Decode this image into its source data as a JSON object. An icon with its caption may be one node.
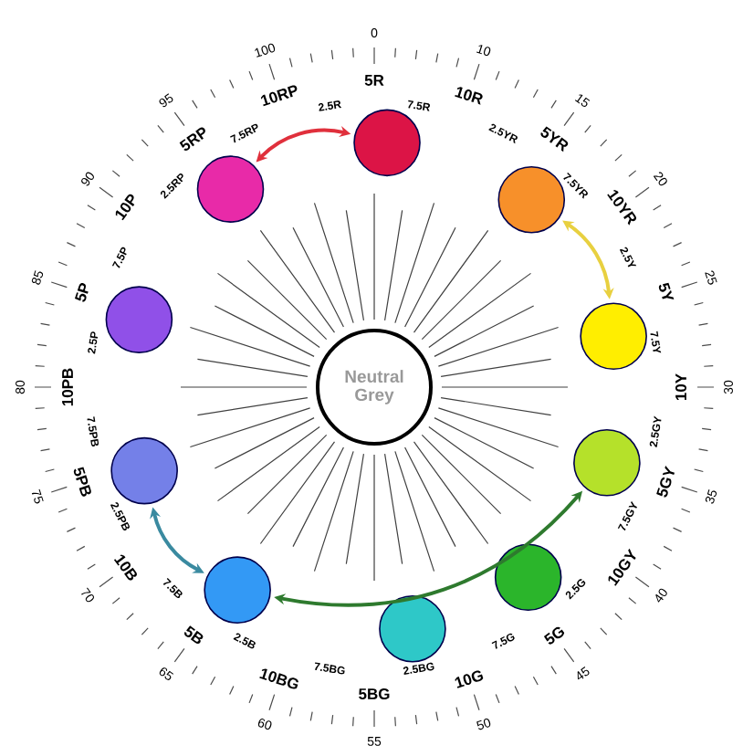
{
  "diagram": {
    "nodes": [
      {
        "text": [],
        "shape": "circle"
      },
      {
        "text": [],
        "shape": "circle"
      },
      {
        "text": [],
        "shape": "circle"
      },
      {
        "text": [],
        "shape": "circle"
      },
      {
        "text": [],
        "shape": "circle"
      },
      {
        "text": [],
        "shape": "circle"
      },
      {
        "text": [],
        "shape": "circle"
      },
      {
        "text": [],
        "shape": "circle"
      },
      {
        "text": [],
        "shape": "circle"
      },
      {
        "text": [],
        "shape": "circle"
      },
      {
        "text": [
          "Neutral Grey"
        ]
      }
    ],
    "edges": [
      {
        "from": 9,
        "to": 0,
        "arrow": "both",
        "color": "#e0303c"
      },
      {
        "from": 1,
        "to": 2,
        "arrow": "both",
        "color": "#e8d040"
      },
      {
        "from": 7,
        "to": 6,
        "arrow": "both",
        "color": "#3a8aa0"
      },
      {
        "from": 6,
        "to": 3,
        "arrow": "both",
        "color": "#2e7a2e"
      }
    ],
    "labels": [
      "5R",
      "7.5R",
      "10R",
      "2.5YR",
      "5YR",
      "7.5YR",
      "10YR",
      "2.5Y",
      "5Y",
      "7.5Y",
      "10Y",
      "2.5GY",
      "5GY",
      "7.5GY",
      "10GY",
      "2.5G",
      "5G",
      "7.5G",
      "10G",
      "2.5BG",
      "5BG",
      "7.5BG",
      "10BG",
      "2.5B",
      "5B",
      "7.5B",
      "10B",
      "2.5PB",
      "5PB",
      "7.5PB",
      "10PB",
      "2.5P",
      "5P",
      "7.5P",
      "10P",
      "2.5RP",
      "5RP",
      "7.5RP",
      "10RP",
      "2.5R",
      "0",
      "10",
      "15",
      "20",
      "25",
      "30",
      "35",
      "40",
      "45",
      "50",
      "55",
      "60",
      "65",
      "70",
      "75",
      "80",
      "85",
      "90",
      "95",
      "100"
    ]
  }
}
